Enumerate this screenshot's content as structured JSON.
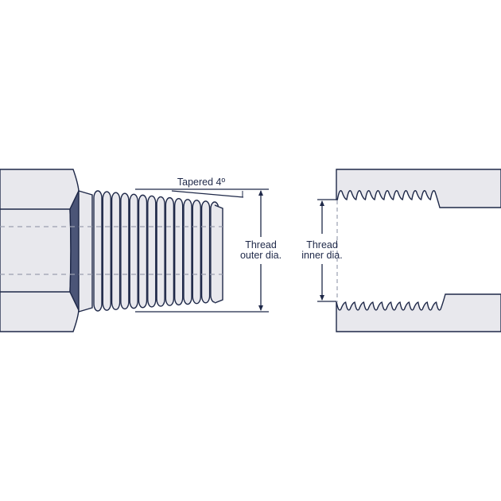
{
  "labels": {
    "taper": "Tapered 4º",
    "outer_line1": "Thread",
    "outer_line2": "outer dia.",
    "inner_line1": "Thread",
    "inner_line2": "inner dia."
  },
  "colors": {
    "stroke": "#1e2848",
    "fill": "#e8e8ed",
    "shade": "#4b5577",
    "dash": "#9a9fb0"
  }
}
